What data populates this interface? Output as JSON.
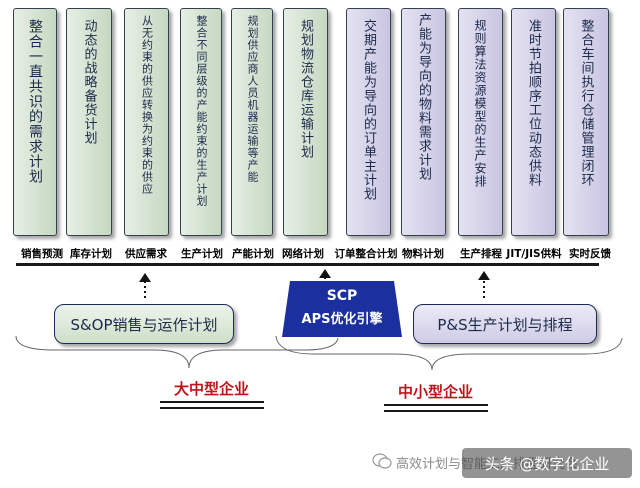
{
  "columns": [
    {
      "text": "整合一直共识的需求计划",
      "color": "green"
    },
    {
      "text": "动态的战略备货计划",
      "color": "green"
    },
    {
      "text": "从无约束的供应转换为约束的供应",
      "color": "green"
    },
    {
      "text": "整合不同层级的产能约束的生产计划",
      "color": "green"
    },
    {
      "text": "规划供应商人员机器运输等产能",
      "color": "green"
    },
    {
      "text": "规划物流仓库运输计划",
      "color": "green"
    },
    {
      "text": "交期产能为导向的订单主计划",
      "color": "purple"
    },
    {
      "text": "产能为导向的物料需求计划",
      "color": "purple"
    },
    {
      "text": "规则算法资源模型的生产安排",
      "color": "purple"
    },
    {
      "text": "准时节拍顺序工位动态供料",
      "color": "purple"
    },
    {
      "text": "整合车间执行仓储管理闭环",
      "color": "purple"
    }
  ],
  "labels": [
    "销售预测",
    "库存计划",
    "供应需求",
    "生产计划",
    "产能计划",
    "网络计划",
    "订单整合计划",
    "物料计划",
    "生产排程",
    "JIT/JIS供料",
    "实时反馈"
  ],
  "sop": "S&OP销售与运作计划",
  "ps": "P&S生产计划与排程",
  "scp_line1": "SCP",
  "scp_line2": "APS优化引擎",
  "large_enterprise": "大中型企业",
  "small_enterprise": "中小型企业",
  "watermark": "高效计划与智能工厂排程研究会",
  "toutiao": "头条 @数字化企业",
  "colors": {
    "green_fill": "#d4e3d0",
    "purple_fill": "#d6d3ea",
    "scp_fill": "#1c2f9e",
    "enterprise_text": "#c0141c"
  }
}
